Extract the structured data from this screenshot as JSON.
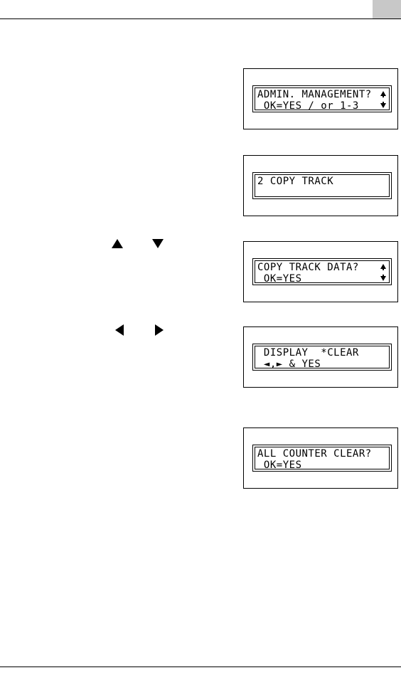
{
  "screens": [
    {
      "line1": "ADMIN. MANAGEMENT?",
      "line2": " OK=YES / or 1-3",
      "scroll_arrows": true
    },
    {
      "line1": "2 COPY TRACK",
      "line2": "",
      "scroll_arrows": false
    },
    {
      "line1": "COPY TRACK DATA?",
      "line2": " OK=YES",
      "scroll_arrows": true
    },
    {
      "line1": " DISPLAY  *CLEAR",
      "line2": " ◄,► & YES",
      "scroll_arrows": false
    },
    {
      "line1": "ALL COUNTER CLEAR?",
      "line2": " OK=YES",
      "scroll_arrows": false
    }
  ],
  "key_icons": {
    "row3": [
      "up-arrow-key",
      "down-arrow-key"
    ],
    "row4": [
      "left-arrow-key",
      "right-arrow-key"
    ]
  },
  "colors": {
    "page_tab": "#c8c8c8",
    "ink": "#000000"
  }
}
